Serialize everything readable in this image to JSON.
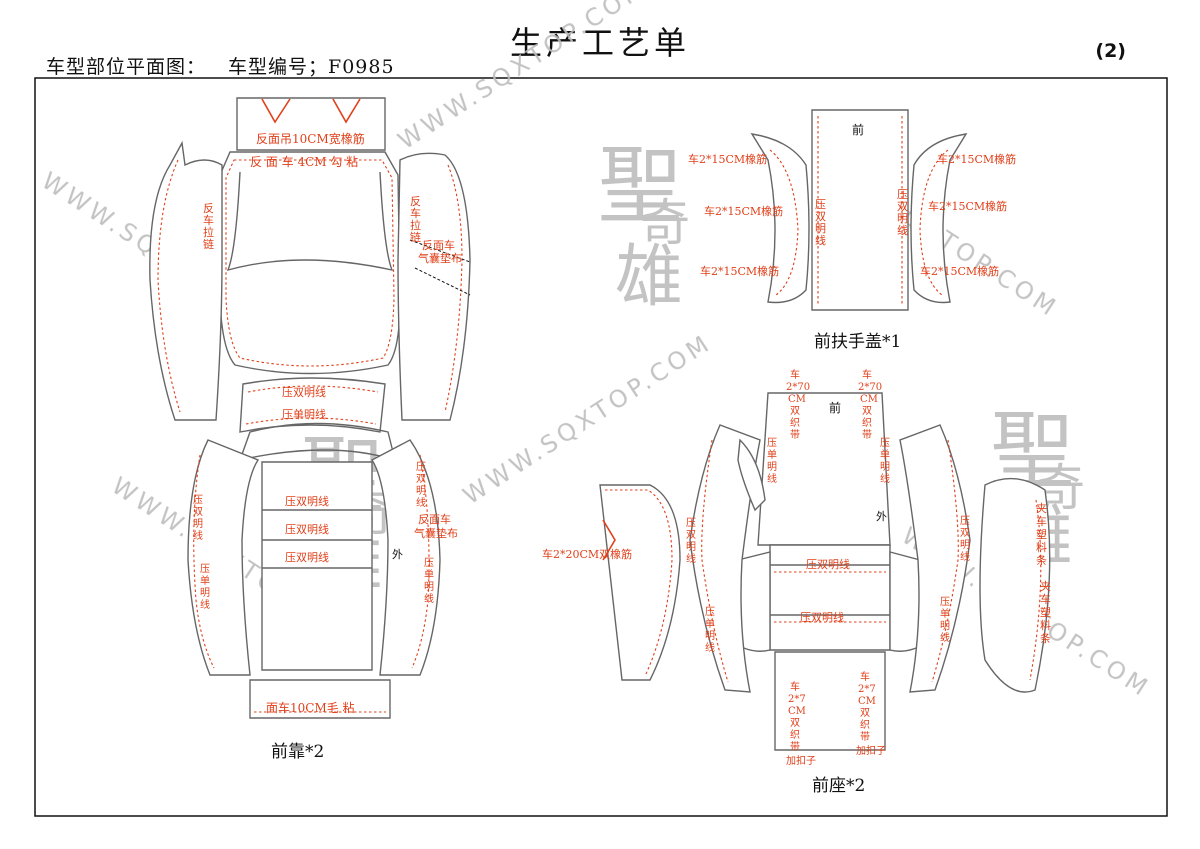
{
  "header": {
    "title": "生产工艺单",
    "section_label": "车型部位平面图：",
    "model_no": "车型编号；F0985",
    "page_no": "(2)"
  },
  "watermark": {
    "url": "WWW.SQXTOP.COM",
    "logo_glyphs": [
      "聖",
      "奇",
      "雄"
    ]
  },
  "colors": {
    "annotation": "#e0401a",
    "outline": "#666666",
    "seam": "#e0401a",
    "watermark": "#bdbdbd"
  },
  "front_back": {
    "caption": "前靠*2",
    "notes": {
      "top_elastic": "反面吊10CM宽橡筋",
      "top_sew": "反 面 车 4CM  勾 粘",
      "left_zip": [
        "反",
        "车",
        "拉",
        "链"
      ],
      "right_zip": [
        "反",
        "车",
        "拉",
        "链"
      ],
      "airbag_upper": [
        "反面车",
        "气囊垫布"
      ],
      "double_line": "压双明线",
      "single_line": "压单明线",
      "band_1": "压双明线",
      "band_2": "压双明线",
      "band_3": "压双明线",
      "outer": "外",
      "left_double": [
        "压",
        "双",
        "明",
        "线"
      ],
      "left_single": [
        "压",
        "单",
        "明",
        "线"
      ],
      "right_double": [
        "压",
        "双",
        "明",
        "线"
      ],
      "right_single": [
        "压",
        "单",
        "明",
        "线"
      ],
      "airbag_lower": [
        "反面车",
        "气囊垫布"
      ],
      "bottom_velcro": "面车10CM毛 粘"
    }
  },
  "armrest": {
    "caption": "前扶手盖*1",
    "notes": {
      "front": "前",
      "left_1": "车2*15CM橡筋",
      "left_2": "车2*15CM橡筋",
      "left_3": "车2*15CM橡筋",
      "right_1": "车2*15CM橡筋",
      "right_2": "车2*15CM橡筋",
      "right_3": "车2*15CM橡筋",
      "center_left": [
        "压",
        "双",
        "明",
        "线"
      ],
      "center_right": [
        "压",
        "双",
        "明",
        "线"
      ]
    }
  },
  "front_seat": {
    "caption": "前座*2",
    "notes": {
      "front": "前",
      "outer": "外",
      "top_left_band": [
        "车",
        "2*70",
        "CM",
        "双",
        "织",
        "带"
      ],
      "top_right_band": [
        "车",
        "2*70",
        "CM",
        "双",
        "织",
        "带"
      ],
      "bot_left_band": [
        "车",
        "2*7",
        "CM",
        "双",
        "织",
        "带",
        "加扣子"
      ],
      "bot_right_band": [
        "车",
        "2*7",
        "CM",
        "双",
        "织",
        "带",
        "加扣子"
      ],
      "single_left": [
        "压",
        "单",
        "明",
        "线"
      ],
      "single_right": [
        "压",
        "单",
        "明",
        "线"
      ],
      "double_mid_1": "压双明线",
      "double_mid_2": "压双明线",
      "side_elastic": "车2*20CM双橡筋",
      "left_double": [
        "压",
        "双",
        "明",
        "线"
      ],
      "left_single": [
        "压",
        "单",
        "明",
        "线"
      ],
      "right_double": [
        "压",
        "双",
        "明",
        "线"
      ],
      "right_single": [
        "压",
        "单",
        "明",
        "线"
      ],
      "right_strip_1": [
        "夹",
        "车",
        "塑",
        "料",
        "条"
      ],
      "right_strip_2": [
        "夹",
        "车",
        "塑",
        "料",
        "条"
      ]
    }
  }
}
